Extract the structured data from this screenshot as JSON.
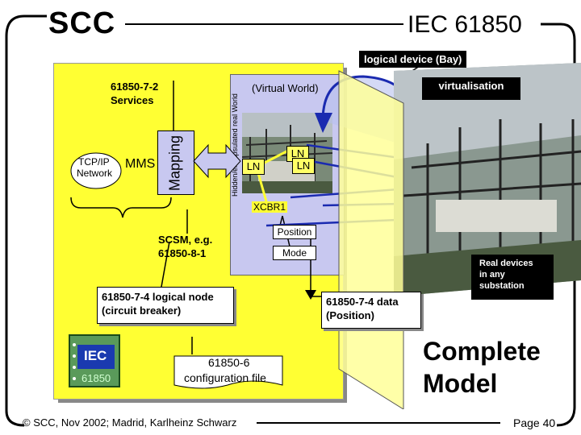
{
  "header": {
    "logo": "SCC",
    "title": "IEC 61850"
  },
  "callouts": {
    "logical_device": "logical device (Bay)",
    "virtualisation": "virtualisation",
    "services": [
      "61850-7-2",
      "Services"
    ],
    "scsm": [
      "SCSM, e.g.",
      "61850-8-1"
    ],
    "logical_node": [
      "61850-7-4 logical node",
      "(circuit breaker)"
    ],
    "data": [
      "61850-7-4 data",
      "(Position)"
    ],
    "real_devices": [
      "Real devices",
      "in any",
      "substation"
    ],
    "config_file": [
      "61850-6",
      "configuration file"
    ]
  },
  "diagram": {
    "virtual_world": "(Virtual World)",
    "vertical_caption": "Hidden/encapsulated real World",
    "mapping": "Mapping",
    "mms": "MMS",
    "tcpip": [
      "TCP/IP",
      "Network"
    ],
    "ln_labels": [
      "LN",
      "LN",
      "LN"
    ],
    "xcbr": "XCBR1",
    "position": "Position",
    "mode": "Mode",
    "iec_badge": [
      "IEC",
      "61850"
    ]
  },
  "complete_model": [
    "Complete",
    "Model"
  ],
  "footer": {
    "copyright": "© SCC, Nov 2002; Madrid, Karlheinz Schwarz",
    "page": "Page 40"
  },
  "colors": {
    "panel_yellow": "#ffff33",
    "virtual_blue": "#c8c8f0",
    "arrow_blue": "#1a2ab0",
    "ln_yellow": "#ffff66"
  }
}
